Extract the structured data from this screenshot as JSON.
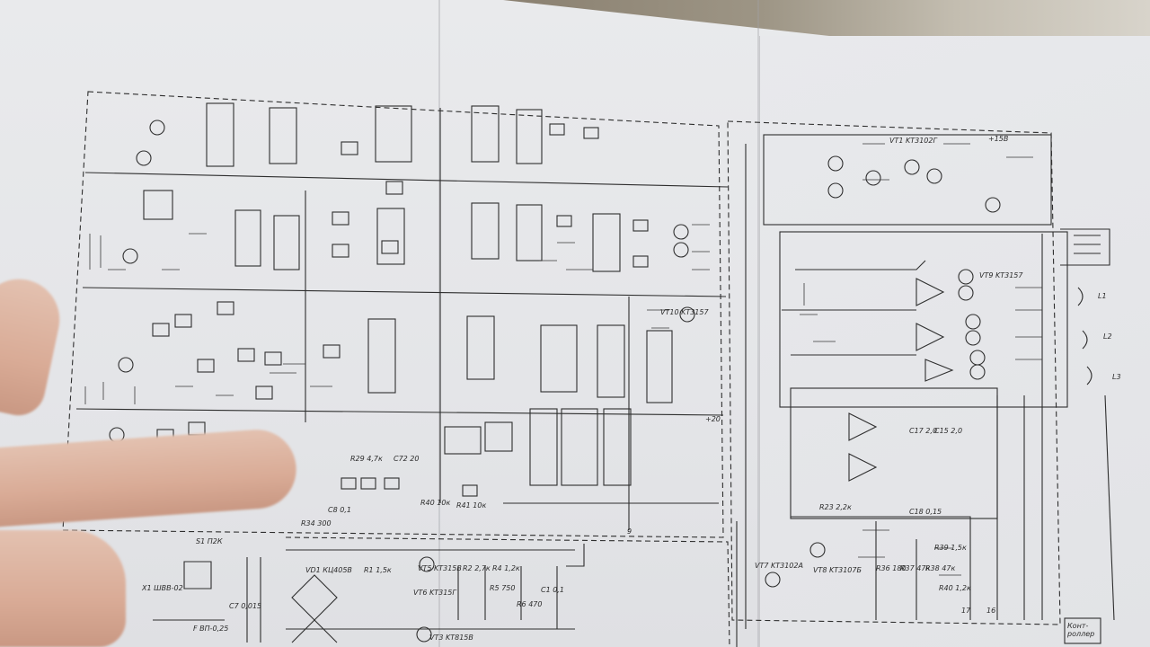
{
  "scene": {
    "subject": "circuit-schematic-photo",
    "colors": {
      "paper": "#e6e7ea",
      "ink": "#2b2b2b",
      "skin": "#dcb09c",
      "backdrop": "#9d9585"
    }
  },
  "labels": {
    "vt1": "VT1 KT3102Г",
    "vt10": "VT10 KT3157",
    "vt5": "VT5 KT315B",
    "vt6": "VT6 KT315Г",
    "vt3": "VT3 KT815В",
    "vt9": "VT9 KT3157",
    "vt7": "VT7 KT3102A",
    "vt8": "VT8 KT3107Б",
    "vd1": "VD1 КЦ405В",
    "s1": "S1 П2К",
    "x1": "X1 ШВВ-02",
    "f": "F ВП-0,25",
    "r1": "R1 1,5к",
    "r2": "R2 2,7к",
    "r4": "R4 1,2к",
    "r5": "R5 750",
    "r6": "R6 470",
    "c1": "C1 0,1",
    "c7": "C7 0,015",
    "c15": "C15 2,0",
    "c17": "C17 2,0",
    "c18": "C18 0,15",
    "r29": "R29 4,7к",
    "c72": "C72 20",
    "r40": "R40 10к",
    "r41": "R41 10к",
    "r34": "R34 300",
    "c8": "C8 0,1",
    "r23": "R23 2,2к",
    "r36": "R36 180",
    "r37": "R37 47к",
    "r38": "R38 47к",
    "r39": "R39 1,5к",
    "r40b": "R40 1,2к",
    "l1": "L1",
    "l2": "L2",
    "l3": "L3",
    "kontr": "Конт-роллер",
    "v15": "+15В",
    "v20": "+20",
    "v9": "9",
    "v16": "16",
    "v17": "17"
  }
}
